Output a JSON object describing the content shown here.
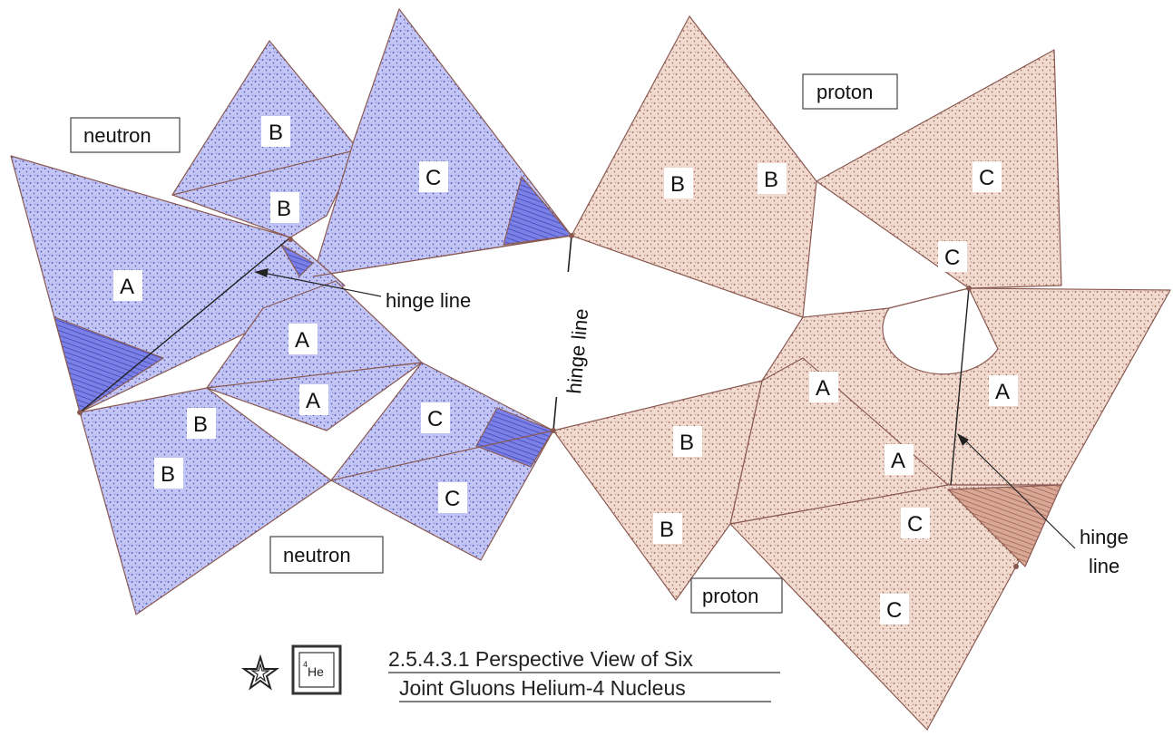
{
  "colors": {
    "neutron_fill": "#b9bcf2",
    "neutron_dark": "#6a6fe0",
    "neutron_edge": "#8a5a52",
    "proton_fill": "#edd3c6",
    "proton_dark": "#c48a78",
    "proton_edge": "#8a5a52"
  },
  "labels": {
    "neutron_top": "neutron",
    "neutron_bottom": "neutron",
    "proton_top": "proton",
    "proton_bottom": "proton",
    "hinge_left": "hinge line",
    "hinge_center": "hinge line",
    "hinge_right_1": "hinge",
    "hinge_right_2": "line"
  },
  "faces": {
    "A": "A",
    "B": "B",
    "C": "C"
  },
  "caption": {
    "line1": "2.5.4.3.1 Perspective View of Six",
    "line2": "Joint Gluons Helium-4 Nucleus",
    "symbol": "4He",
    "symbol_sup": "4",
    "symbol_base": "He",
    "star_icon": "star-outline-icon"
  }
}
